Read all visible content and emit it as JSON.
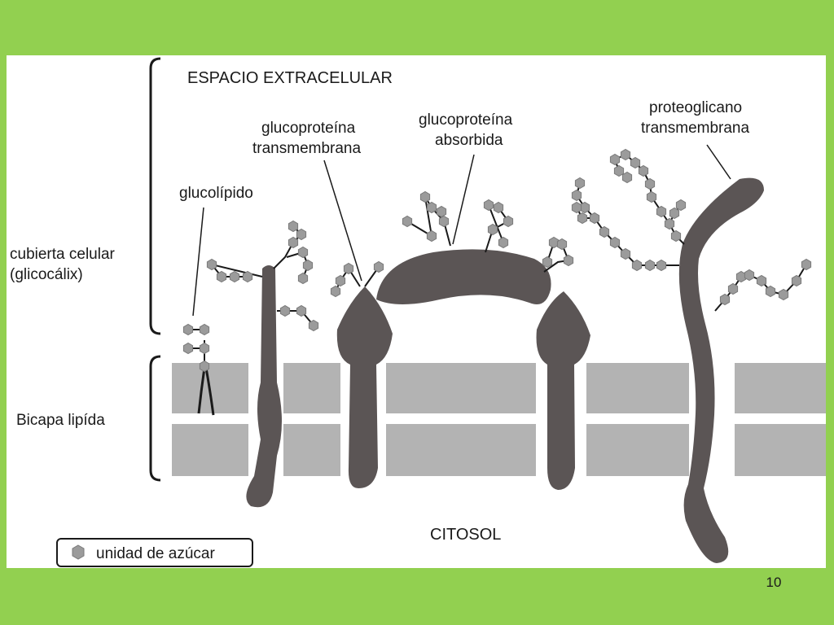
{
  "labels": {
    "extracellular": "ESPACIO EXTRACELULAR",
    "cytosol": "CITOSOL",
    "glycocalyx_line1": "cubierta celular",
    "glycocalyx_line2": "(glicocálix)",
    "bilayer": "Bicapa lipída",
    "glycolipid": "glucolípido",
    "tm_glycoprotein_line1": "glucoproteína",
    "tm_glycoprotein_line2": "transmembrana",
    "adsorbed_glycoprotein_line1": "glucoproteína",
    "adsorbed_glycoprotein_line2": "absorbida",
    "proteoglycan_line1": "proteoglicano",
    "proteoglycan_line2": "transmembrana"
  },
  "legend": {
    "sugar_unit": "unidad de azúcar"
  },
  "slide": {
    "number": "10"
  },
  "colors": {
    "frame": "#92d050",
    "panel": "#ffffff",
    "membrane": "#b3b3b3",
    "protein": "#5b5555",
    "sugar": "#9b9b9b",
    "bracket": "#1a1a1a"
  }
}
